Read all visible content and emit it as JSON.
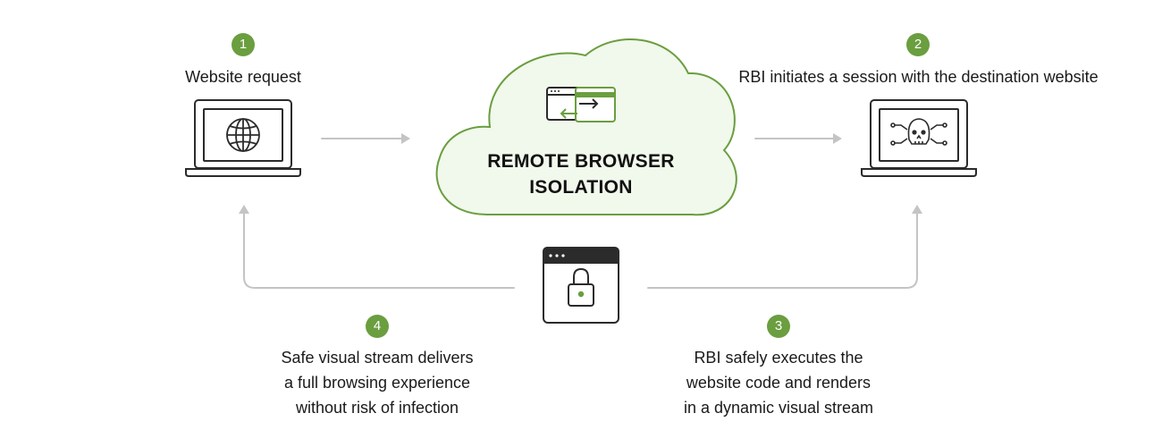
{
  "colors": {
    "accent": "#6a9e3f",
    "cloud_fill": "#f1f8ec",
    "device_stroke": "#2b2b2b",
    "arrow": "#c4c4c4"
  },
  "steps": [
    {
      "number": "1",
      "lines": [
        "Website request"
      ]
    },
    {
      "number": "2",
      "lines": [
        "RBI initiates a session with the destination website"
      ]
    },
    {
      "number": "3",
      "lines": [
        "RBI safely executes the",
        "website code and renders",
        "in a dynamic visual stream"
      ]
    },
    {
      "number": "4",
      "lines": [
        "Safe visual stream delivers",
        "a full browsing experience",
        "without risk of infection"
      ]
    }
  ],
  "cloud": {
    "title_lines": [
      "REMOTE BROWSER",
      "ISOLATION"
    ],
    "icon": "browser-swap-icon"
  },
  "icons": {
    "left_laptop": "globe-icon",
    "right_laptop": "skull-crossbones-icon",
    "bottom_window": "lock-icon"
  }
}
